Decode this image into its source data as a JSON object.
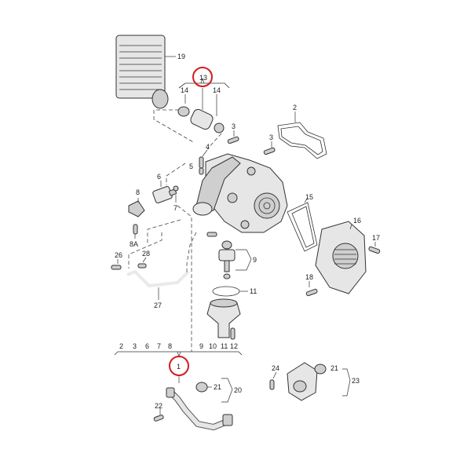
{
  "diagram": {
    "labels": {
      "l1": "1",
      "l2": "2",
      "l3a": "3",
      "l3b": "3",
      "l4": "4",
      "l5": "5",
      "l6": "6",
      "l7": "7",
      "l8": "8",
      "l8a": "8A",
      "l9": "9",
      "l10": "10",
      "l11": "11",
      "l12": "12",
      "l13": "13",
      "l14a": "14",
      "l14b": "14",
      "l15": "15",
      "l16": "16",
      "l17": "17",
      "l18": "18",
      "l19": "19",
      "l20": "20",
      "l21a": "21",
      "l21b": "21",
      "l22": "22",
      "l23": "23",
      "l24": "24",
      "l26": "26",
      "l27": "27",
      "l28": "28"
    },
    "group_rows": {
      "row1": [
        "2",
        "3",
        "6",
        "7",
        "8",
        "9",
        "10",
        "11",
        "12"
      ]
    },
    "highlight_color": "#d71920"
  }
}
